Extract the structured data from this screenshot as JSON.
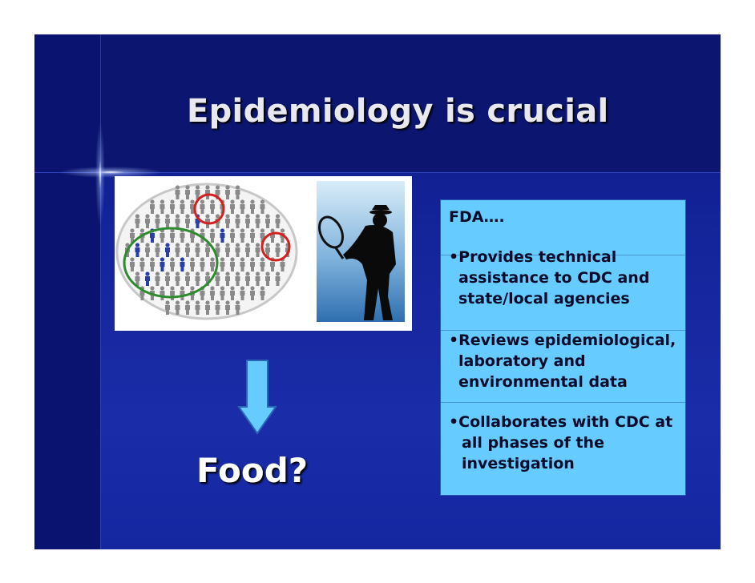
{
  "slide": {
    "title": "Epidemiology is crucial",
    "food_label": "Food?",
    "colors": {
      "background": "#14249a",
      "infobox": "#66ccff",
      "arrow": "#66ccff",
      "cluster_green": "#2e8b2e",
      "case_red": "#d42020"
    }
  },
  "images": {
    "crowd": "crowd-cluster-illustration",
    "detective": "detective-with-magnifying-glass-silhouette"
  },
  "infobox": {
    "heading": "FDA….",
    "bullets": [
      {
        "marker": "•",
        "lines": [
          "Provides technical",
          "assistance to CDC and",
          "state/local agencies"
        ]
      },
      {
        "marker": "•",
        "lines": [
          "Reviews epidemiological,",
          "laboratory and",
          "environmental data"
        ]
      },
      {
        "marker": "•",
        "lines": [
          "Collaborates with CDC at",
          "all phases of the",
          "investigation"
        ]
      }
    ]
  },
  "icons": {
    "arrow": "arrow-down-icon"
  }
}
